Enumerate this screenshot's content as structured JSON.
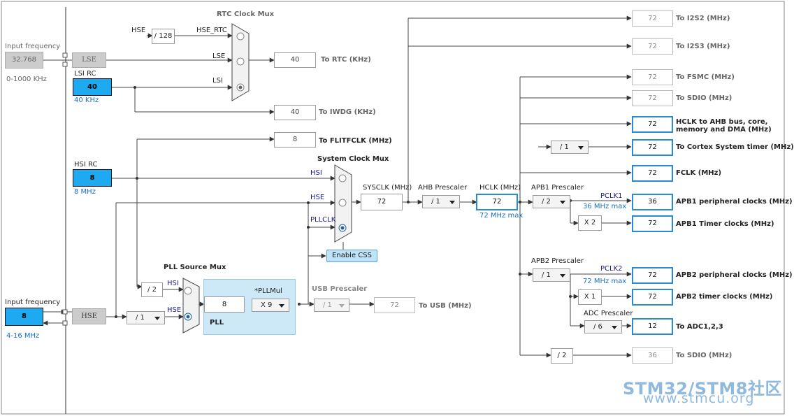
{
  "rtc_mux": {
    "title": "RTC Clock Mux",
    "hse_label": "HSE",
    "div128": "/ 128",
    "hse_rtc_label": "HSE_RTC",
    "lse_label": "LSE",
    "lsi_label": "LSI",
    "rtc_value": "40",
    "rtc_dest": "To RTC (KHz)",
    "iwdg_value": "40",
    "iwdg_dest": "To IWDG (KHz)"
  },
  "lse": {
    "input_label": "Input frequency",
    "input_value": "32.768",
    "range": "0-1000 KHz",
    "block": "LSE"
  },
  "lsi": {
    "title": "LSI RC",
    "value": "40",
    "freq": "40 KHz"
  },
  "hsi": {
    "title": "HSI RC",
    "value": "8",
    "freq": "8 MHz"
  },
  "hse": {
    "input_label": "Input frequency",
    "input_value": "8",
    "range": "4-16 MHz",
    "block": "HSE",
    "prediv": "/ 1"
  },
  "flitf": {
    "value": "8",
    "dest": "To FLITFCLK (MHz)"
  },
  "sysclk_mux": {
    "title": "System Clock Mux",
    "hsi": "HSI",
    "hse": "HSE",
    "pllclk": "PLLCLK",
    "css_button": "Enable CSS"
  },
  "sysclk": {
    "label": "SYSCLK (MHz)",
    "value": "72"
  },
  "ahb": {
    "label": "AHB Prescaler",
    "value": "/ 1"
  },
  "hclk": {
    "label": "HCLK (MHz)",
    "value": "72",
    "max": "72 MHz max"
  },
  "pll_source": {
    "title": "PLL Source Mux",
    "hsi": "HSI",
    "hse": "HSE",
    "div2": "/ 2"
  },
  "pll": {
    "title": "PLL",
    "mul_label": "*PLLMul",
    "in_value": "8",
    "mul_value": "X 9"
  },
  "usb": {
    "label": "USB Prescaler",
    "prescaler": "/ 1",
    "value": "72",
    "dest": "To USB (MHz)"
  },
  "i2s2": {
    "value": "72",
    "dest": "To I2S2 (MHz)"
  },
  "i2s3": {
    "value": "72",
    "dest": "To I2S3 (MHz)"
  },
  "fsmc": {
    "value": "72",
    "dest": "To FSMC (MHz)"
  },
  "sdio1": {
    "value": "72",
    "dest": "To SDIO (MHz)"
  },
  "hclk_ahb": {
    "value": "72",
    "dest_line1": "HCLK to AHB bus, core,",
    "dest_line2": "memory and DMA (MHz)"
  },
  "cortex": {
    "prescaler": "/ 1",
    "value": "72",
    "dest": "To Cortex System timer (MHz)"
  },
  "fclk": {
    "value": "72",
    "dest": "FCLK (MHz)"
  },
  "apb1": {
    "label": "APB1 Prescaler",
    "prescaler": "/ 2",
    "pclk_label": "PCLK1",
    "max": "36 MHz max",
    "periph_value": "36",
    "periph_dest": "APB1 peripheral clocks (MHz)",
    "timer_mul": "X 2",
    "timer_value": "72",
    "timer_dest": "APB1 Timer clocks (MHz)"
  },
  "apb2": {
    "label": "APB2 Prescaler",
    "prescaler": "/ 1",
    "pclk_label": "PCLK2",
    "max": "72 MHz max",
    "periph_value": "72",
    "periph_dest": "APB2 peripheral clocks (MHz)",
    "timer_mul": "X 1",
    "timer_value": "72",
    "timer_dest": "APB2 timer clocks (MHz)",
    "adc_label": "ADC Prescaler",
    "adc_prescaler": "/ 6",
    "adc_value": "12",
    "adc_dest": "To ADC1,2,3"
  },
  "sdio2": {
    "div": "/ 2",
    "value": "36",
    "dest": "To SDIO (MHz)"
  },
  "watermark": {
    "line1": "STM32/STM8社区",
    "line2": "www.stmcu.org"
  }
}
